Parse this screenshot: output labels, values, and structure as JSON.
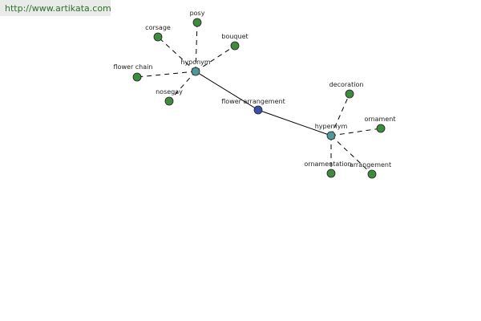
{
  "header": {
    "url": "http://www.artikata.com"
  },
  "graph": {
    "center": {
      "label": "flower arrangement",
      "color": "#3a4fa6"
    },
    "hubs": [
      {
        "id": "hyponym",
        "label": "hyponym",
        "color": "#4f9a98",
        "leaves": [
          {
            "label": "posy",
            "color": "#3f8a3f"
          },
          {
            "label": "corsage",
            "color": "#3f8a3f"
          },
          {
            "label": "bouquet",
            "color": "#3f8a3f"
          },
          {
            "label": "flower chain",
            "color": "#3f8a3f"
          },
          {
            "label": "nosegay",
            "color": "#3f8a3f"
          }
        ]
      },
      {
        "id": "hypernym",
        "label": "hypernym",
        "color": "#4f9a98",
        "leaves": [
          {
            "label": "decoration",
            "color": "#3f8a3f"
          },
          {
            "label": "ornament",
            "color": "#3f8a3f"
          },
          {
            "label": "ornamentation",
            "color": "#3f8a3f"
          },
          {
            "label": "arrangement",
            "color": "#3f8a3f"
          }
        ]
      }
    ]
  }
}
